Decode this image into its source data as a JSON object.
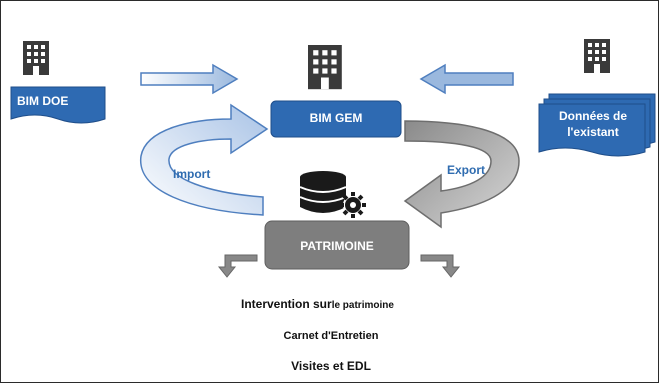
{
  "nodes": {
    "bim_doe": "BIM DOE",
    "bim_gem": "BIM GEM",
    "donnees_line1": "Données de",
    "donnees_line2": "l'existant",
    "patrimoine": "PATRIMOINE"
  },
  "flows": {
    "import": "Import",
    "export": "Export"
  },
  "services": {
    "intervention_bold": "Intervention sur",
    "intervention_rest": "le patrimoine",
    "carnet": "Carnet d'Entretien",
    "visites": "Visites et EDL"
  },
  "colors": {
    "blue": "#2e6ab2",
    "blue_dark": "#1f4e8a",
    "grey": "#7e7e7e",
    "import_blue": "#bcd0ea",
    "export_grey": "#9a9a9a"
  },
  "icons": [
    "building-icon",
    "database-gear-icon",
    "corner-arrow-icon"
  ]
}
